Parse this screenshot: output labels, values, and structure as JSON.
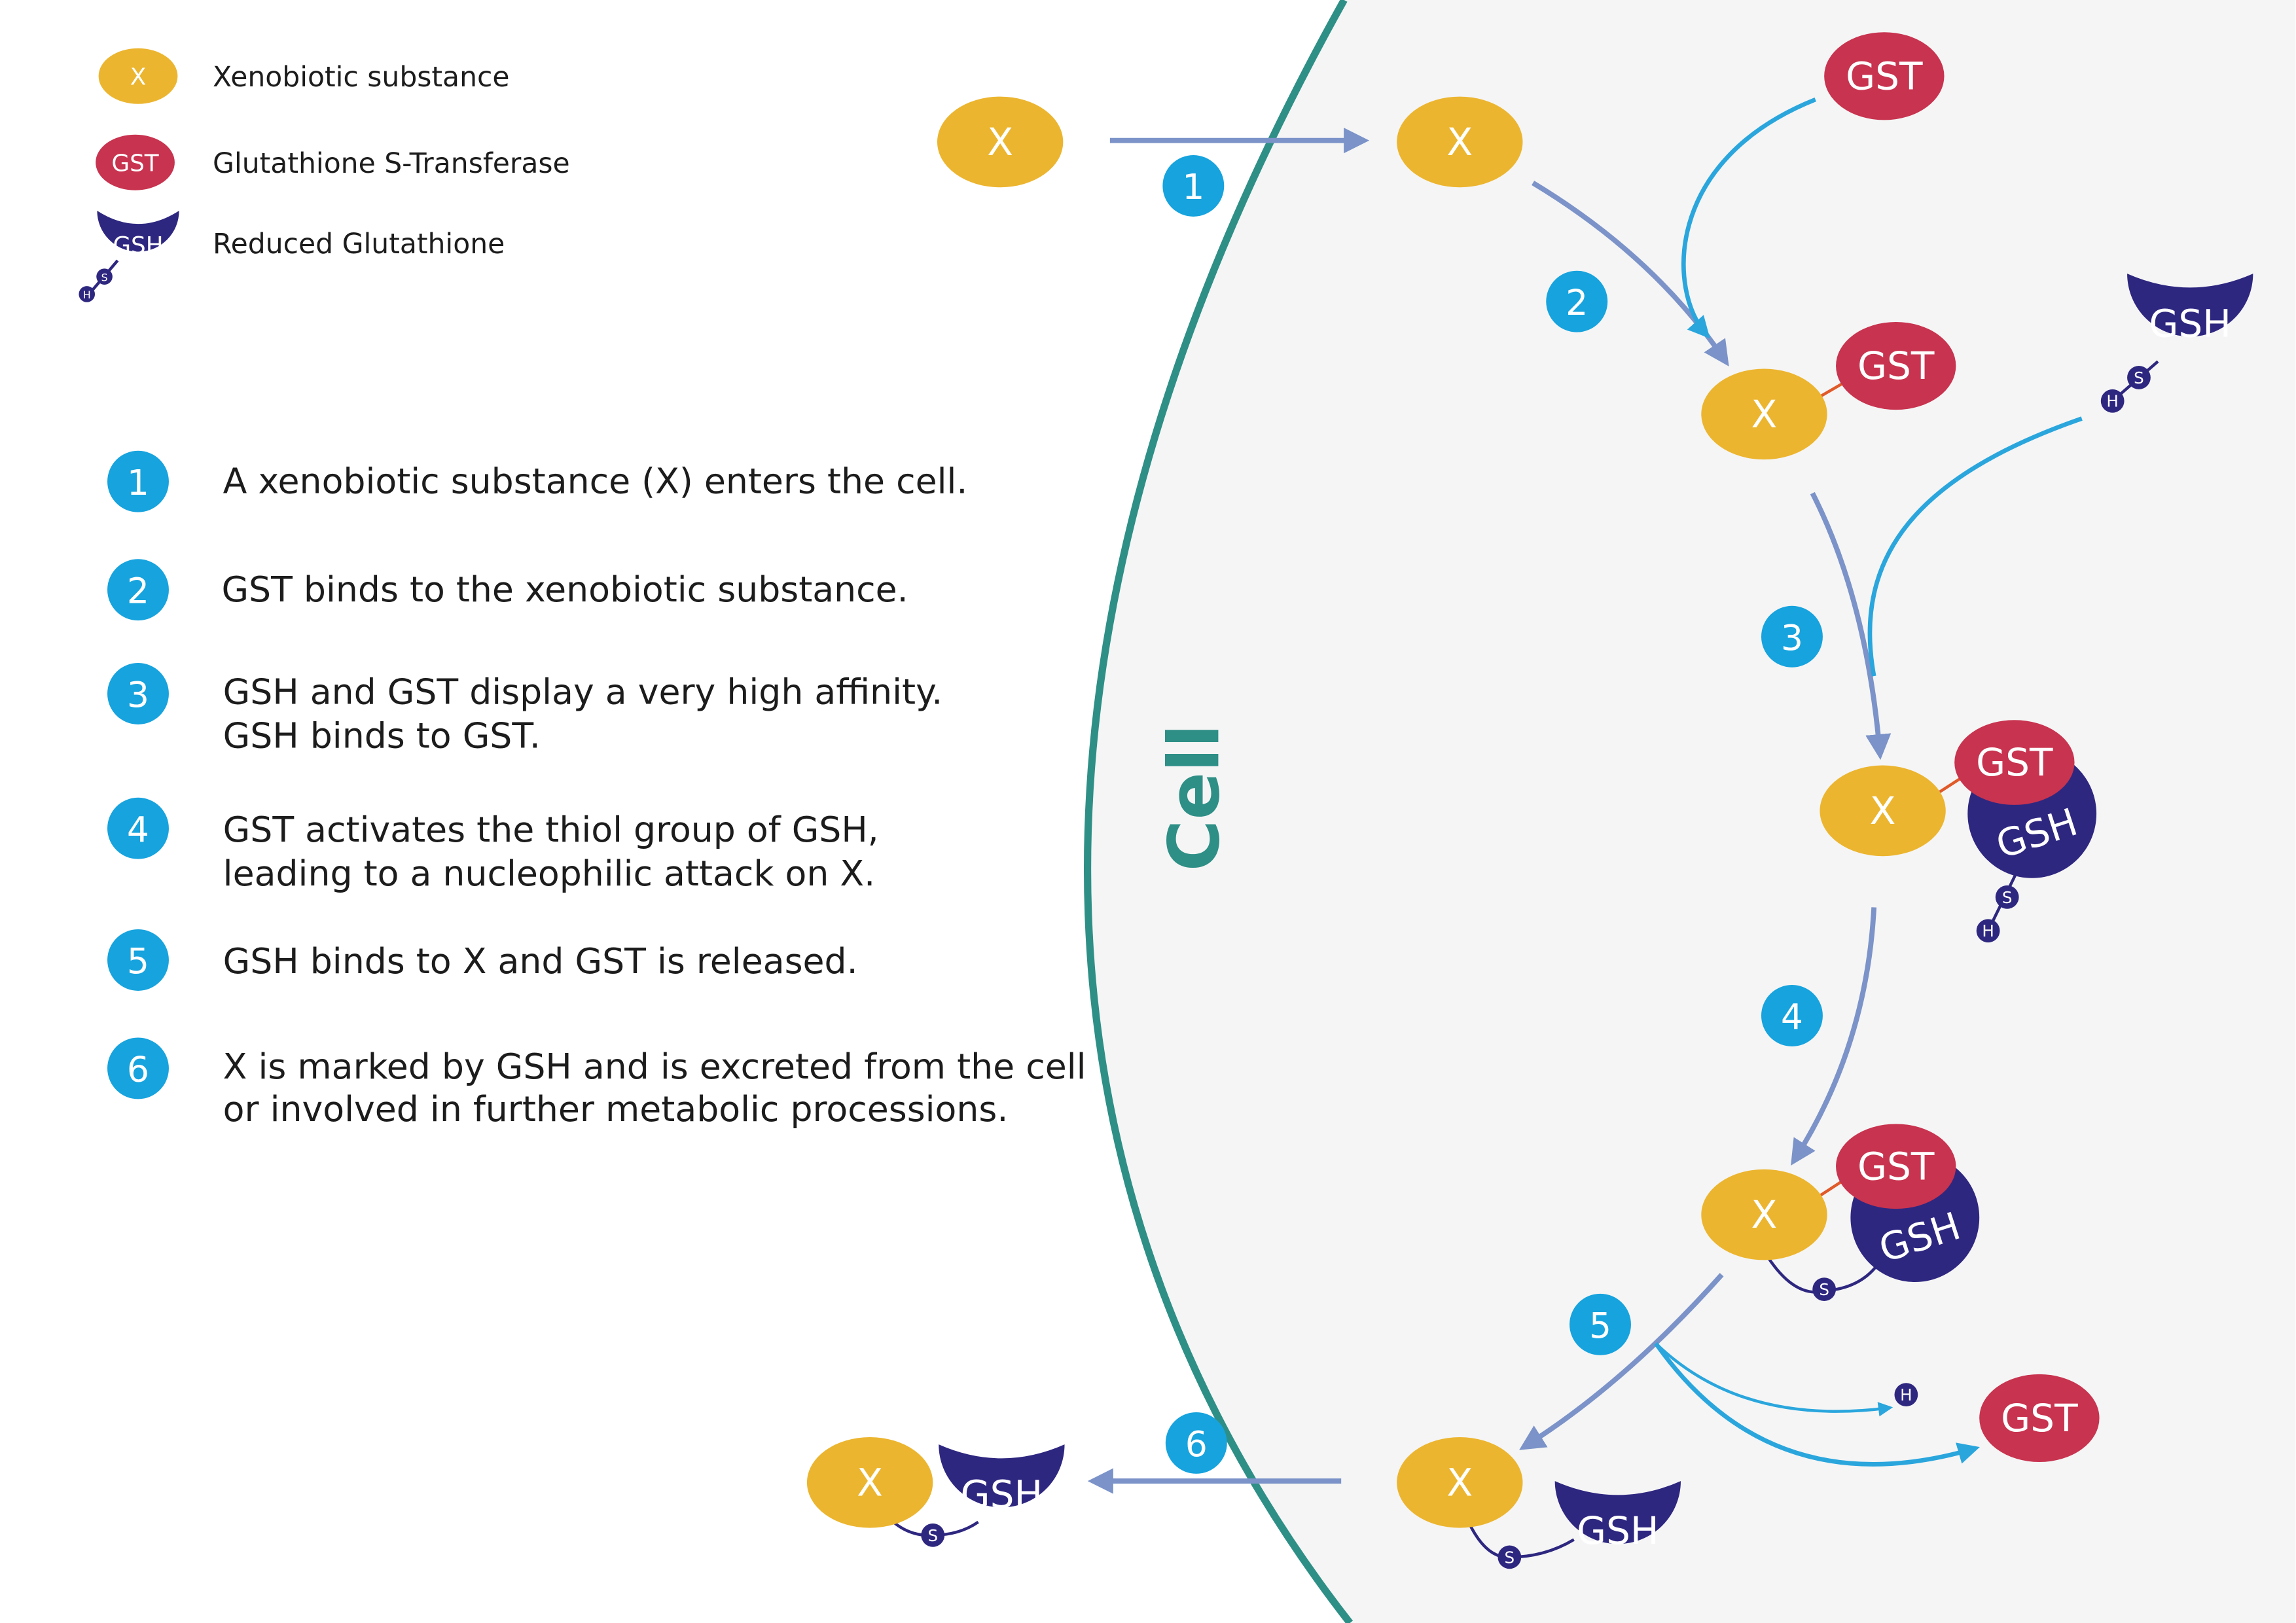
{
  "legend": {
    "xenobiotic": {
      "glyph": "X",
      "label": "Xenobiotic substance"
    },
    "gst": {
      "glyph": "GST",
      "label": "Glutathione S-Transferase"
    },
    "gsh": {
      "glyph": "GSH",
      "label": "Reduced Glutathione",
      "s": "S",
      "h": "H"
    }
  },
  "steps": [
    {
      "num": "1",
      "lines": [
        "A xenobiotic substance (X) enters the cell."
      ]
    },
    {
      "num": "2",
      "lines": [
        "GST binds to the xenobiotic substance."
      ]
    },
    {
      "num": "3",
      "lines": [
        "GSH and GST display a very high affinity.",
        "GSH binds to GST."
      ]
    },
    {
      "num": "4",
      "lines": [
        "GST activates the thiol group of GSH,",
        "leading to a nucleophilic attack on X."
      ]
    },
    {
      "num": "5",
      "lines": [
        "GSH binds to X and GST is released."
      ]
    },
    {
      "num": "6",
      "lines": [
        "X is marked by GSH and is excreted from the cell",
        "or involved in further metabolic processions."
      ]
    }
  ],
  "cell_label": "Cell",
  "molecules": {
    "x": "X",
    "gst": "GST",
    "gsh": "GSH",
    "s": "S",
    "h": "H"
  },
  "colors": {
    "xenobiotic": "#ecb52f",
    "gst": "#c8334f",
    "gsh": "#2e2780",
    "step_badge": "#16a3de",
    "arrow_main": "#7b93c8",
    "arrow_bind": "#2aa6dd",
    "cell_membrane": "#2e8f86",
    "cell_fill": "#f5f5f5",
    "text": "#1c1c1c"
  }
}
